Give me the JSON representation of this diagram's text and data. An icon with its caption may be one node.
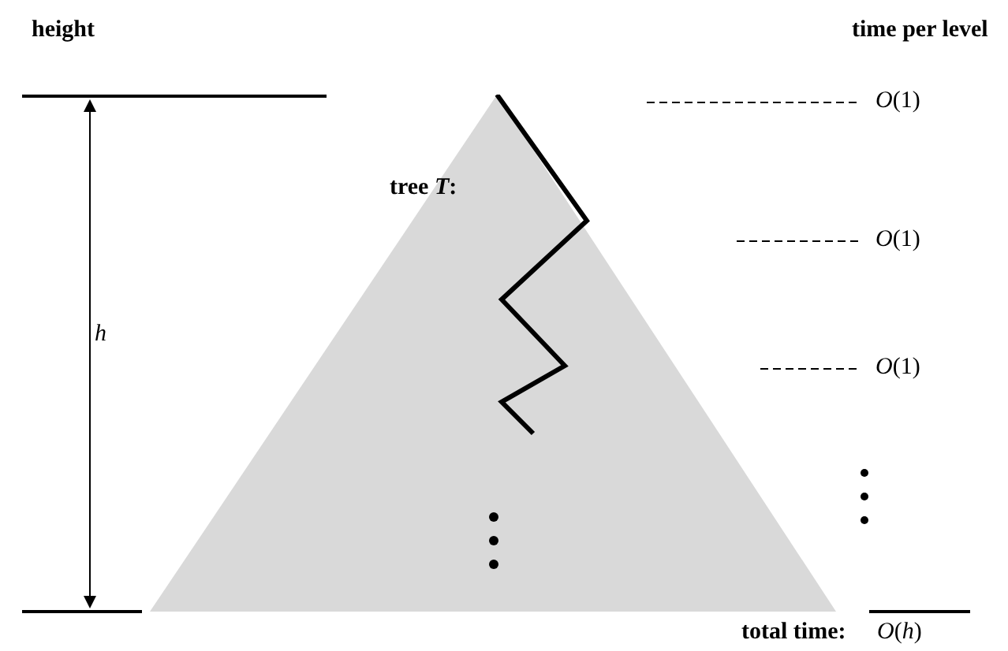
{
  "diagram": {
    "nodes": [
      {
        "text": [
          "tree *T*:"
        ]
      }
    ],
    "labels": [
      "height",
      "time per level",
      "*h*",
      "*O*(1)",
      "*O*(1)",
      "*O*(1)",
      "total time:",
      "*O*(*h*)"
    ]
  }
}
